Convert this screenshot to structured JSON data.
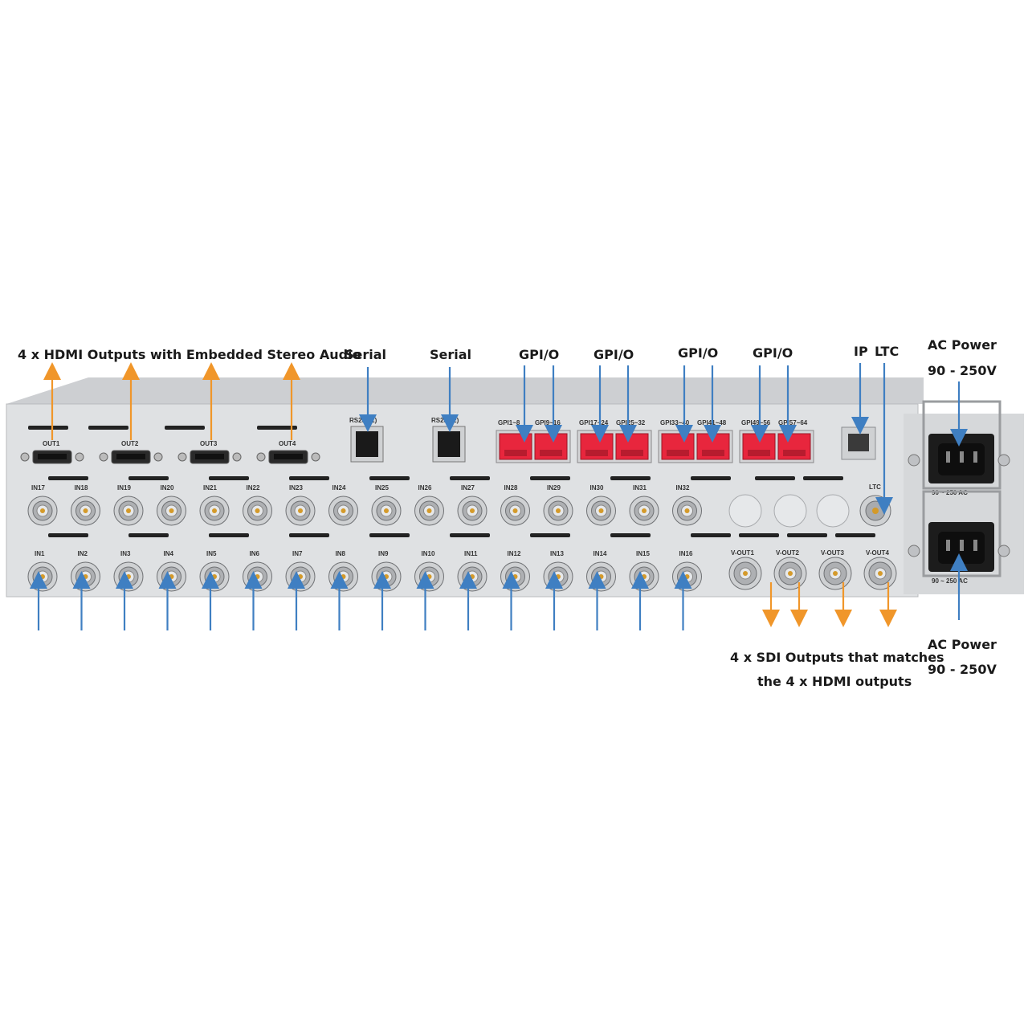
{
  "colors": {
    "chassis": "#dfe1e3",
    "chassis_top": "#c9cbce",
    "gpio_block": "#e8263d",
    "output_arrow": "#f0962a",
    "input_arrow": "#3f7fc2",
    "label_text": "#1a1a1a"
  },
  "callouts": {
    "hdmi_outputs": "4 x HDMI Outputs with Embedded Stereo Audio",
    "serial_1": "Serial",
    "serial_2": "Serial",
    "gpio_1": "GPI/O",
    "gpio_2": "GPI/O",
    "gpio_3": "GPI/O",
    "gpio_4": "GPI/O",
    "ip": "IP",
    "ltc": "LTC",
    "ac_power_top_title": "AC Power",
    "ac_power_top_range": "90 - 250V",
    "ac_power_bottom_title": "AC Power",
    "ac_power_bottom_range": "90 - 250V",
    "sdi_outputs_line1": "4 x SDI Outputs that matches",
    "sdi_outputs_line2": "the 4 x HDMI outputs"
  },
  "panel": {
    "hdmi_ports": [
      "OUT1",
      "OUT2",
      "OUT3",
      "OUT4"
    ],
    "serial_ports": [
      "RS232(1)",
      "RS232(2)"
    ],
    "gpio_groups": [
      [
        "GPI1~8",
        "GPI9~16"
      ],
      [
        "GPI17~24",
        "GPI25~32"
      ],
      [
        "GPI33~40",
        "GPI41~48"
      ],
      [
        "GPI49~56",
        "GPI57~64"
      ]
    ],
    "inputs_top": [
      "IN17",
      "IN18",
      "IN19",
      "IN20",
      "IN21",
      "IN22",
      "IN23",
      "IN24",
      "IN25",
      "IN26",
      "IN27",
      "IN28",
      "IN29",
      "IN30",
      "IN31",
      "IN32"
    ],
    "inputs_bottom": [
      "IN1",
      "IN2",
      "IN3",
      "IN4",
      "IN5",
      "IN6",
      "IN7",
      "IN8",
      "IN9",
      "IN10",
      "IN11",
      "IN12",
      "IN13",
      "IN14",
      "IN15",
      "IN16"
    ],
    "sdi_outputs": [
      "V-OUT1",
      "V-OUT2",
      "V-OUT3",
      "V-OUT4"
    ],
    "ltc_label": "LTC",
    "psu_label_top": "90 ~ 250 AC",
    "psu_label_bottom": "90 ~ 250 AC"
  }
}
